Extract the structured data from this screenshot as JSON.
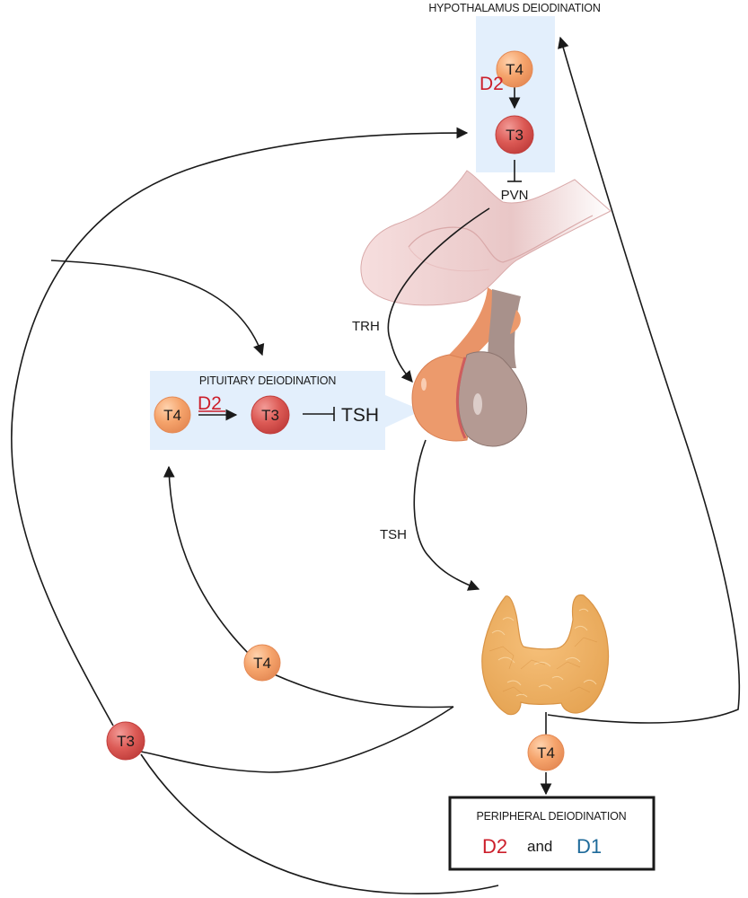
{
  "diagram": {
    "title_hypothalamus": "HYPOTHALAMUS DEIODINATION",
    "title_pituitary": "PITUITARY DEIODINATION",
    "title_peripheral": "PERIPHERAL DEIODINATION",
    "hypothalamus": {
      "t4_label": "T4",
      "enzyme_label": "D2",
      "t3_label": "T3",
      "target_label": "PVN"
    },
    "pituitary": {
      "t4_label": "T4",
      "enzyme_label": "D2",
      "t3_label": "T3",
      "inhibits_label": "TSH"
    },
    "hormones": {
      "trh_label": "TRH",
      "tsh_label": "TSH"
    },
    "circulation": {
      "t4_left_label": "T4",
      "t3_left_label": "T3",
      "t4_thyroid_label": "T4"
    },
    "peripheral": {
      "enzyme_a": "D2",
      "conjunction": "and",
      "enzyme_b": "D1"
    },
    "organs": {
      "hypothalamus_pituitary": "hypothalamus-pituitary-illustration",
      "thyroid": "thyroid-gland-illustration"
    }
  },
  "colors": {
    "t4_fill": "#f3a46e",
    "t3_fill": "#d9534f",
    "d2_red": "#cc1f2b",
    "d1_blue": "#1e6a9a",
    "panel_blue": "#e3effc",
    "line": "#1a1a1a"
  }
}
